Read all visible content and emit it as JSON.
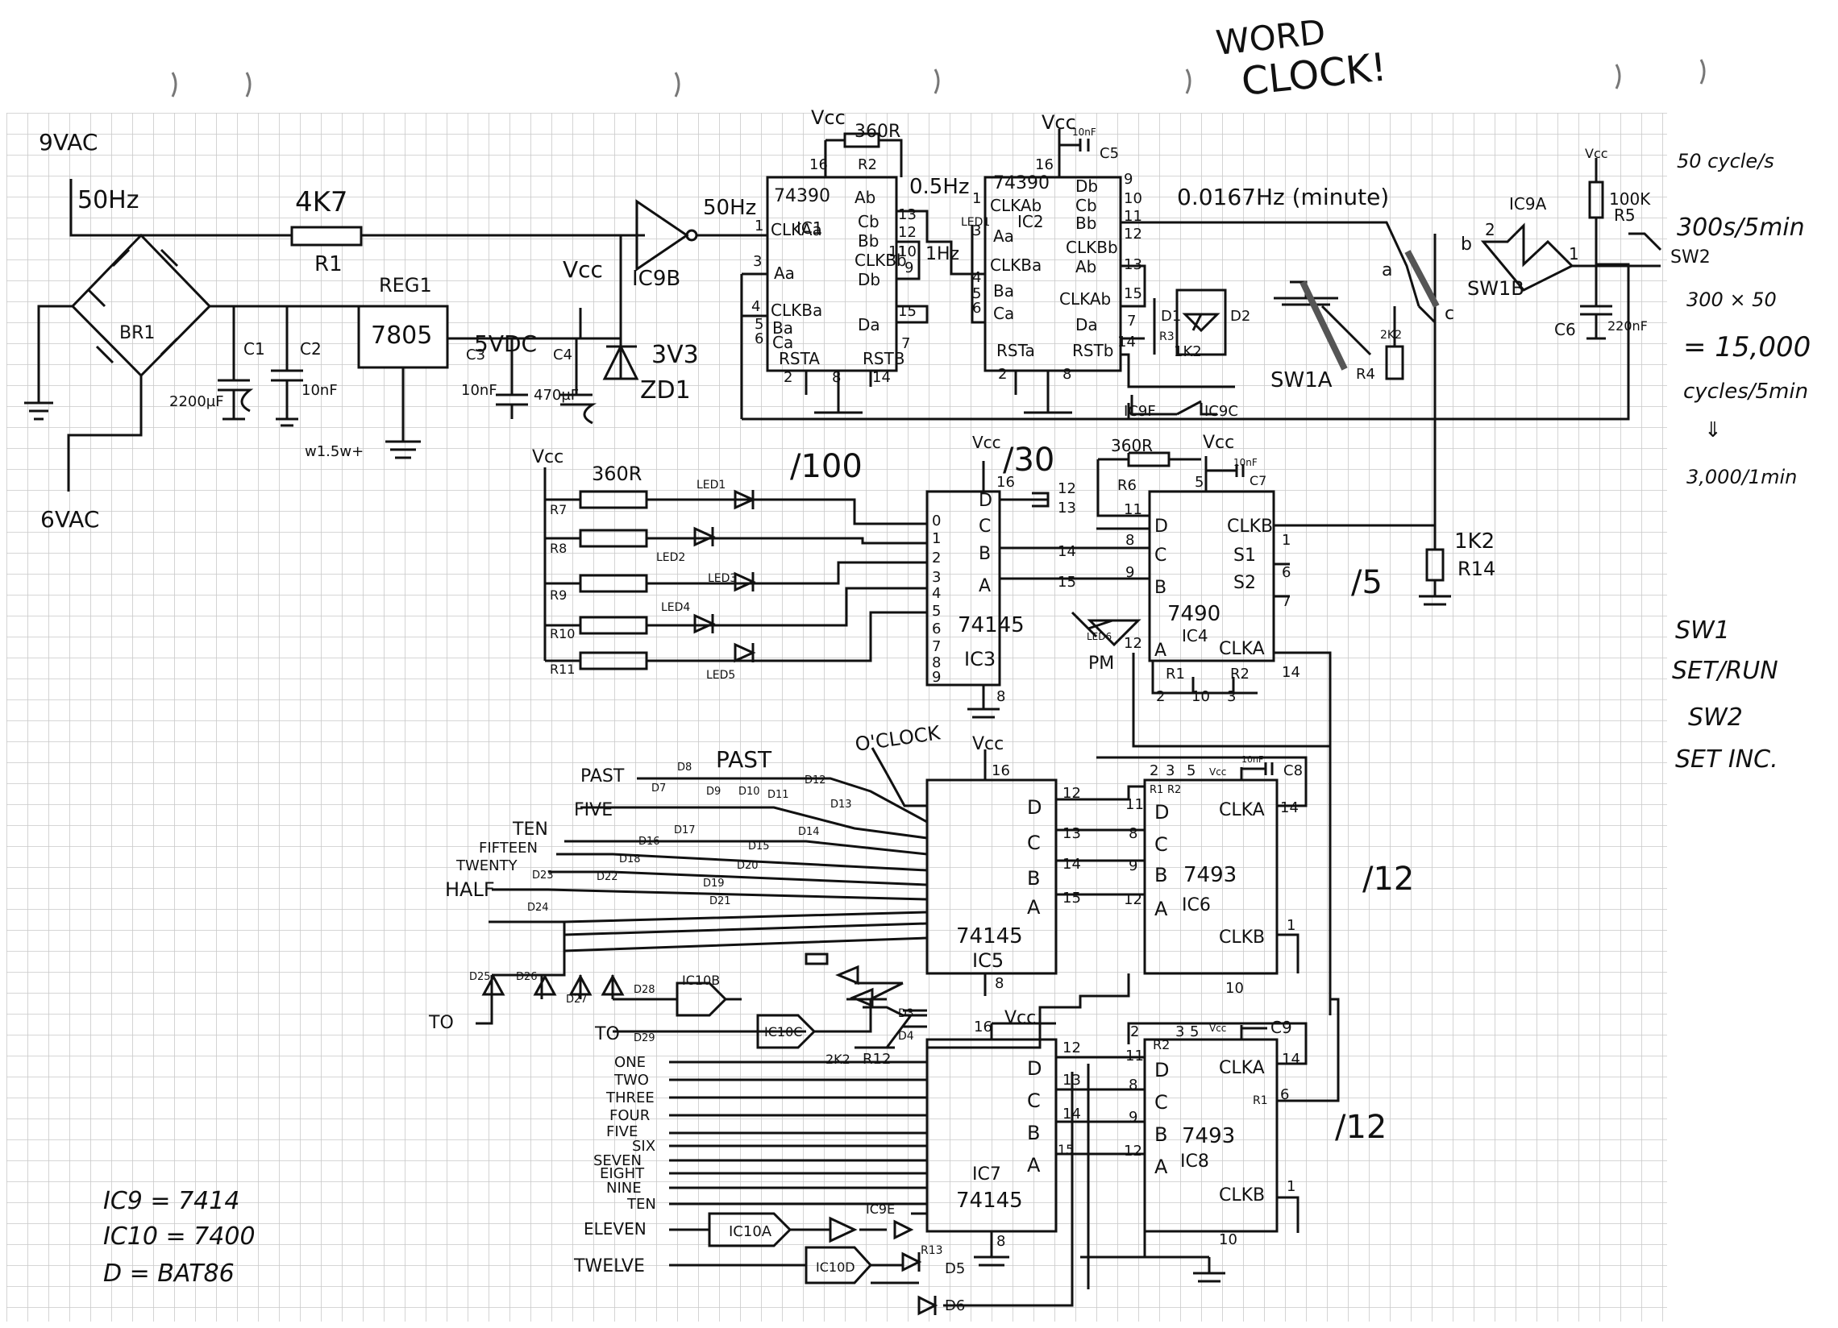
{
  "title": [
    "WORD",
    "CLOCK!"
  ],
  "colors": {
    "paper": "#ffffff",
    "grid": "#c9c9c9",
    "ink": "#111111",
    "pencil": "#8a8a8a"
  },
  "power": {
    "vac9": "9VAC",
    "hz50": "50Hz",
    "r1_value": "4K7",
    "r1_label": "R1",
    "bridge": "BR1",
    "c1": "C1",
    "c1_value": "2200µF",
    "c2": "C2",
    "c2_value": "10nF",
    "reg_name": "REG1",
    "reg_part": "7805",
    "reg_note": "w1.5w+",
    "vdc5": "5VDC",
    "c3": "C3",
    "c3_value": "10nF",
    "c4": "C4",
    "c4_value": "470µF",
    "vcc": "Vcc",
    "zener_value": "3V3",
    "zener_name": "ZD1",
    "vac6": "6VAC"
  },
  "divider": {
    "ic9b": "IC9B",
    "hz50_out": "50Hz",
    "pin3": "3",
    "pin4": "4",
    "ic1_part": "74390",
    "ic1_name": "IC1",
    "ic1_vcc": "Vcc",
    "r2_value": "360R",
    "r2_label": "R2",
    "hz05": "0.5Hz",
    "hz1": "1Hz",
    "led1": "LED1",
    "ic1_pins": [
      "Ab",
      "CLKAa",
      "Aa",
      "CLKBa",
      "Ba",
      "Ca",
      "RSTA",
      "Cb",
      "Bb",
      "CLKBb",
      "Db",
      "Da",
      "RSTB"
    ],
    "ic1_nums": [
      "16",
      "1",
      "3",
      "4",
      "5",
      "6",
      "2",
      "8",
      "14",
      "13",
      "12",
      "10",
      "11",
      "9",
      "15",
      "7"
    ],
    "ic2_part": "74390",
    "ic2_name": "IC2",
    "ic2_vcc": "Vcc",
    "c5": "C5",
    "c5_value": "10nF",
    "ic2_pins": [
      "CLKAb",
      "Aa",
      "CLKBa",
      "Ba",
      "Ca",
      "RSTa",
      "Db",
      "Cb",
      "Bb",
      "CLKBb",
      "Ab",
      "CLKAb",
      "Da",
      "RSTb"
    ],
    "ic2_nums": [
      "16",
      "1",
      "3",
      "4",
      "5",
      "6",
      "2",
      "8",
      "9",
      "10",
      "11",
      "12",
      "13",
      "15",
      "7",
      "14"
    ],
    "minute": "0.0167Hz (minute)",
    "d1": "D1",
    "d2": "D2",
    "r3": "R3",
    "r3_value": "1K2",
    "ic9f": "IC9F",
    "ic9c": "IC9C",
    "sw1a": "SW1A",
    "r4": "R4",
    "r4_value": "2K2",
    "node_a": "a",
    "node_b": "b",
    "node_c": "c"
  },
  "debounce": {
    "vcc": "Vcc",
    "r5_value": "100K",
    "r5": "R5",
    "ic9a": "IC9A",
    "pin1": "1",
    "pin2": "2",
    "sw1b": "SW1B",
    "c6": "C6",
    "c6_value": "220nF"
  },
  "notes_right": [
    "50 cycle/s",
    "300s/5min",
    "SW2",
    "300 × 50",
    "= 15,000",
    "cycles/5min",
    "⇓",
    "3,000/1min"
  ],
  "ic3_block": {
    "vcc": "Vcc",
    "r_value": "360R",
    "resistors": [
      "R7",
      "R8",
      "R9",
      "R10",
      "R11"
    ],
    "leds": [
      "LED1",
      "LED2",
      "LED3",
      "LED4",
      "LED5"
    ],
    "div100": "/100",
    "part": "74145",
    "name": "IC3",
    "inputs": [
      "0",
      "1",
      "2",
      "3",
      "4",
      "5",
      "6",
      "7",
      "8",
      "9"
    ],
    "addr": [
      "D",
      "C",
      "B",
      "A"
    ],
    "pinnums": [
      "16",
      "12",
      "14",
      "15",
      "13",
      "8"
    ]
  },
  "ic4_block": {
    "div30": "/30",
    "vcc": "Vcc",
    "r6_value": "360R",
    "r6": "R6",
    "c7": "C7",
    "c7_value": "10nF",
    "part": "7490",
    "name": "IC4",
    "pins": [
      "CLKB",
      "D",
      "C",
      "B",
      "A",
      "S1",
      "S2",
      "CLKA",
      "R1",
      "R2"
    ],
    "pm_led": "LED6",
    "pm": "PM",
    "pinnums": [
      "5",
      "11",
      "8",
      "9",
      "12",
      "1",
      "6",
      "7",
      "14",
      "2",
      "10",
      "3"
    ],
    "r14_value": "1K2",
    "r14": "R14",
    "div5": "/5"
  },
  "sw_notes": [
    "SW1",
    "SET/RUN",
    "SW2",
    "SET INC."
  ],
  "ic5_block": {
    "oclock": "O'CLOCK",
    "vcc": "Vcc",
    "part": "74145",
    "name": "IC5",
    "words": [
      "PAST",
      "FIVE",
      "TEN",
      "FIFTEEN",
      "TWENTY",
      "HALF",
      "TO",
      "TO"
    ],
    "past_label": "PAST",
    "addr": [
      "D",
      "C",
      "B",
      "A"
    ],
    "pins": [
      "16",
      "12",
      "13",
      "14",
      "15",
      "8"
    ],
    "diodes": [
      "D7",
      "D8",
      "D9",
      "D10",
      "D11",
      "D12",
      "D13",
      "D14",
      "D15",
      "D16",
      "D17",
      "D18",
      "D19",
      "D20",
      "D21",
      "D22",
      "D23",
      "D24",
      "D25",
      "D26",
      "D27",
      "D28",
      "D29"
    ],
    "ic10b": "IC10B",
    "ic10c": "IC10C",
    "r12": "R12",
    "r12_value": "2K2",
    "d3": "D3",
    "d4": "D4"
  },
  "ic6_block": {
    "vcc": "Vcc",
    "c8": "C8",
    "c8_value": "10nF",
    "part": "7493",
    "name": "IC6",
    "pins": [
      "D",
      "C",
      "B",
      "A",
      "CLKA",
      "CLKB",
      "R1",
      "R2"
    ],
    "pinnums": [
      "5",
      "11",
      "8",
      "9",
      "12",
      "14",
      "1",
      "10",
      "2",
      "3"
    ],
    "div12": "/12"
  },
  "ic7_block": {
    "vcc": "Vcc",
    "part": "74145",
    "name": "IC7",
    "hours": [
      "ONE",
      "TWO",
      "THREE",
      "FOUR",
      "FIVE",
      "SIX",
      "SEVEN",
      "EIGHT",
      "NINE",
      "TEN",
      "ELEVEN",
      "TWELVE"
    ],
    "addr": [
      "D",
      "C",
      "B",
      "A"
    ],
    "pins": [
      "16",
      "12",
      "13",
      "14",
      "15",
      "8"
    ],
    "ic10a": "IC10A",
    "ic10d": "IC10D",
    "ic9e": "IC9E",
    "r13": "R13",
    "d5": "D5",
    "d6": "D6"
  },
  "ic8_block": {
    "vcc": "Vcc",
    "c9": "C9",
    "part": "7493",
    "name": "IC8",
    "pins": [
      "D",
      "C",
      "B",
      "A",
      "CLKA",
      "CLKB",
      "R1",
      "R2"
    ],
    "pinnums": [
      "5",
      "11",
      "8",
      "9",
      "12",
      "14",
      "1",
      "10",
      "2",
      "3",
      "6"
    ],
    "div12": "/12"
  },
  "legend": [
    "IC9 = 7414",
    "IC10 = 7400",
    "D = BAT86"
  ]
}
